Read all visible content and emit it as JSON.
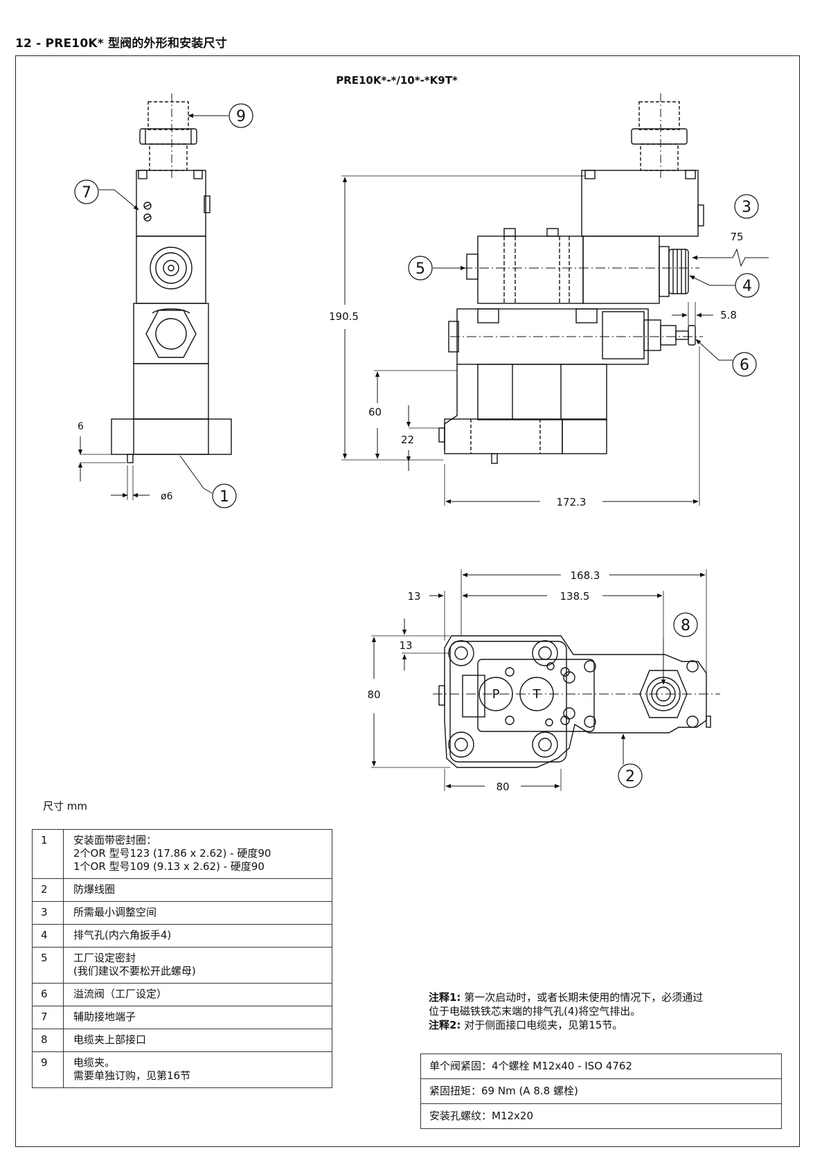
{
  "section_title": "12 - PRE10K* 型阀的外形和安装尺寸",
  "model_code": "PRE10K*-*/10*-*K9T*",
  "dimensions": {
    "d_6": "6",
    "d_phi6": "ø6",
    "d_190_5": "190.5",
    "d_60": "60",
    "d_22": "22",
    "d_172_3": "172.3",
    "d_75": "75",
    "d_5_8": "5.8",
    "d_168_3": "168.3",
    "d_13_top": "13",
    "d_138_5": "138.5",
    "d_13_side": "13",
    "d_80_v": "80",
    "d_80_h": "80"
  },
  "port_labels": {
    "p": "P",
    "t": "T"
  },
  "callouts": [
    "1",
    "2",
    "3",
    "4",
    "5",
    "6",
    "7",
    "8",
    "9"
  ],
  "units_note": "尺寸 mm",
  "legend": [
    {
      "num": "1",
      "lines": [
        "安装面带密封圈：",
        "2个OR 型号123 (17.86 x 2.62) - 硬度90",
        "1个OR 型号109 (9.13 x 2.62) - 硬度90"
      ]
    },
    {
      "num": "2",
      "lines": [
        "防爆线圈"
      ]
    },
    {
      "num": "3",
      "lines": [
        "所需最小调整空间"
      ]
    },
    {
      "num": "4",
      "lines": [
        "排气孔(内六角扳手4)"
      ]
    },
    {
      "num": "5",
      "lines": [
        "工厂设定密封",
        "(我们建议不要松开此螺母)"
      ]
    },
    {
      "num": "6",
      "lines": [
        "溢流阀（工厂设定）"
      ]
    },
    {
      "num": "7",
      "lines": [
        "辅助接地端子"
      ]
    },
    {
      "num": "8",
      "lines": [
        "电缆夹上部接口"
      ]
    },
    {
      "num": "9",
      "lines": [
        "电缆夹。",
        "需要单独订购，见第16节"
      ]
    }
  ],
  "notes": {
    "note1_label": "注释1:",
    "note1_text": "第一次启动时，或者长期未使用的情况下，必须通过",
    "note1_text2": "位于电磁铁铁芯末端的排气孔(4)将空气排出。",
    "note2_label": "注释2:",
    "note2_text": "对于侧面接口电缆夹，见第15节。"
  },
  "fixing": [
    "单个阀紧固：4个螺栓 M12x40 - ISO 4762",
    "紧固扭矩：69 Nm (A 8.8 螺栓)",
    "安装孔螺纹：M12x20"
  ]
}
